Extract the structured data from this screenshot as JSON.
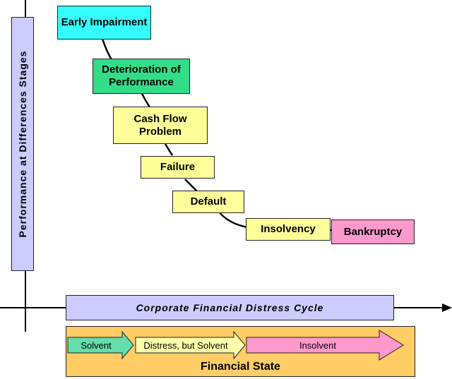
{
  "diagram": {
    "stages": [
      {
        "label": "Early Impairment",
        "color": "#33ffff"
      },
      {
        "label": "Deterioration of Performance",
        "color": "#33dd88"
      },
      {
        "label": "Cash Flow Problem",
        "color": "#ffff99"
      },
      {
        "label": "Failure",
        "color": "#ffff99"
      },
      {
        "label": "Default",
        "color": "#ffff99"
      },
      {
        "label": "Insolvency",
        "color": "#ffff99"
      },
      {
        "label": "Bankruptcy",
        "color": "#ff99cc"
      }
    ],
    "y_axis_label": "Performance at Differences Stages",
    "x_axis_label": "Corporate Financial Distress Cycle",
    "financial_state": {
      "title": "Financial State",
      "arrows": [
        {
          "label": "Solvent",
          "color": "#66ddaa"
        },
        {
          "label": "Distress, but Solvent",
          "color": "#ffffaa"
        },
        {
          "label": "Insolvent",
          "color": "#ff99cc"
        }
      ]
    }
  }
}
